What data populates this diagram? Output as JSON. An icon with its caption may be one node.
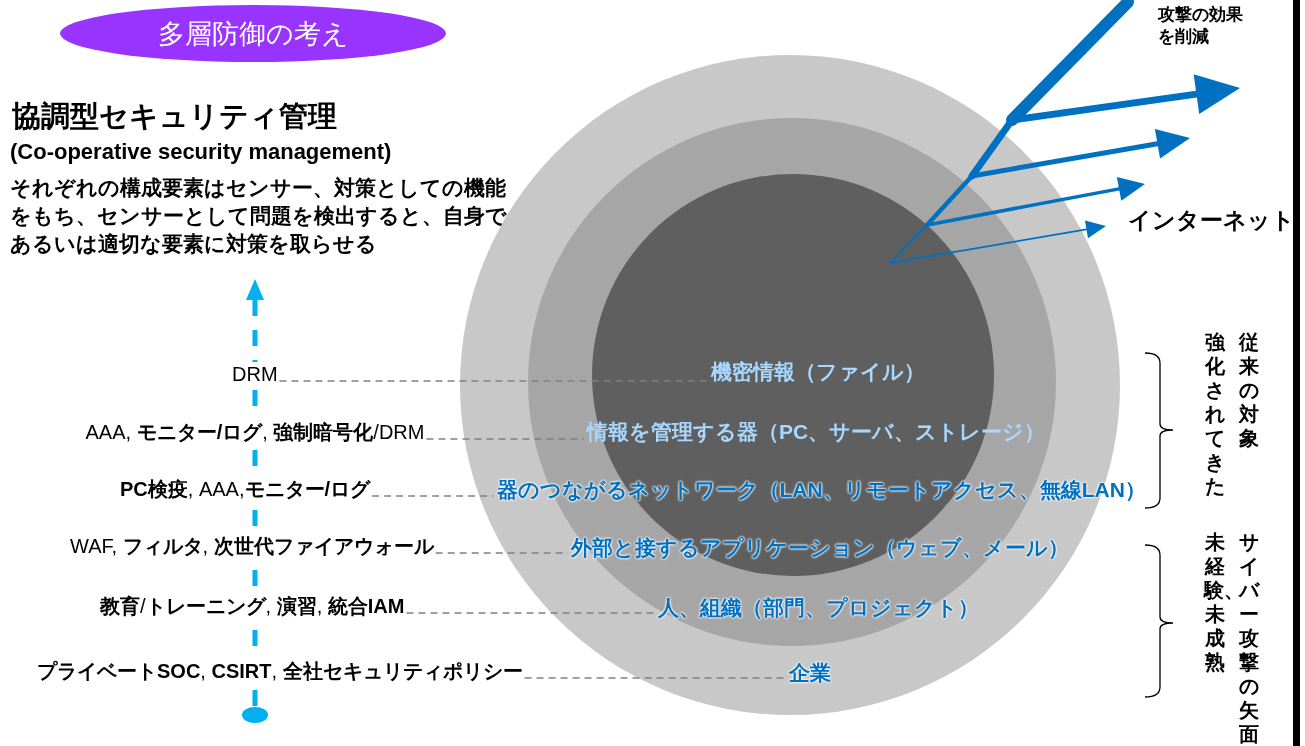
{
  "diagram": {
    "title": "協調型セキュリティ管理",
    "nodes": [
      {
        "text": [
          "多層防御の考え"
        ]
      },
      {
        "text": [],
        "shape": "circle"
      },
      {
        "text": [],
        "shape": "circle",
        "in": 1
      },
      {
        "text": [],
        "shape": "circle",
        "in": 2
      },
      {
        "text": [
          "DRM"
        ]
      },
      {
        "text": [
          "AAA, **モニター/ログ**, **強制暗号化**/DRM"
        ]
      },
      {
        "text": [
          "**PC検疫**, AAA,**モニター/ログ**"
        ]
      },
      {
        "text": [
          "WAF, **フィルタ**, **次世代ファイアウォール**"
        ]
      },
      {
        "text": [
          "**教育**/**トレーニング**, **演習**, **統合IAM**"
        ]
      },
      {
        "text": [
          "**プライベートSOC**, **CSIRT**, **全社セキュリティポリシー**"
        ]
      },
      {
        "text": [
          "機密情報（ファイル）"
        ],
        "in": 3
      },
      {
        "text": [
          "情報を管理する器（PC、サーバ、ストレージ）"
        ],
        "in": 2
      },
      {
        "text": [
          "器のつながるネットワーク（LAN、リモートアクセス、無線LAN）"
        ],
        "in": 1
      },
      {
        "text": [
          "外部と接するアプリケーション（ウェブ、メール）"
        ],
        "in": 2
      },
      {
        "text": [
          "人、組織（部門、プロジェクト）"
        ],
        "in": 2
      },
      {
        "text": [
          "企業"
        ],
        "in": 1
      }
    ],
    "edges": [
      {
        "from": 4,
        "to": 10,
        "arrow": "none",
        "style": "dashed"
      },
      {
        "from": 5,
        "to": 11,
        "arrow": "none",
        "style": "dashed"
      },
      {
        "from": 6,
        "to": 12,
        "arrow": "none",
        "style": "dashed"
      },
      {
        "from": 7,
        "to": 13,
        "arrow": "none",
        "style": "dashed"
      },
      {
        "from": 8,
        "to": 14,
        "arrow": "none",
        "style": "dashed"
      },
      {
        "from": 9,
        "to": 15,
        "arrow": "none",
        "style": "dashed"
      }
    ],
    "labels": [
      "(Co-operative security management)",
      "それぞれの構成要素はセンサー、対策としての機能をもち、センサーとして問題を検出すると、自身であるいは適切な要素に対策を取らせる",
      "攻撃の効果を削減",
      "インターネット",
      "従来の対象",
      "強化されてきた",
      "サイバー攻撃の矢面",
      "未経験、未成熟"
    ]
  }
}
